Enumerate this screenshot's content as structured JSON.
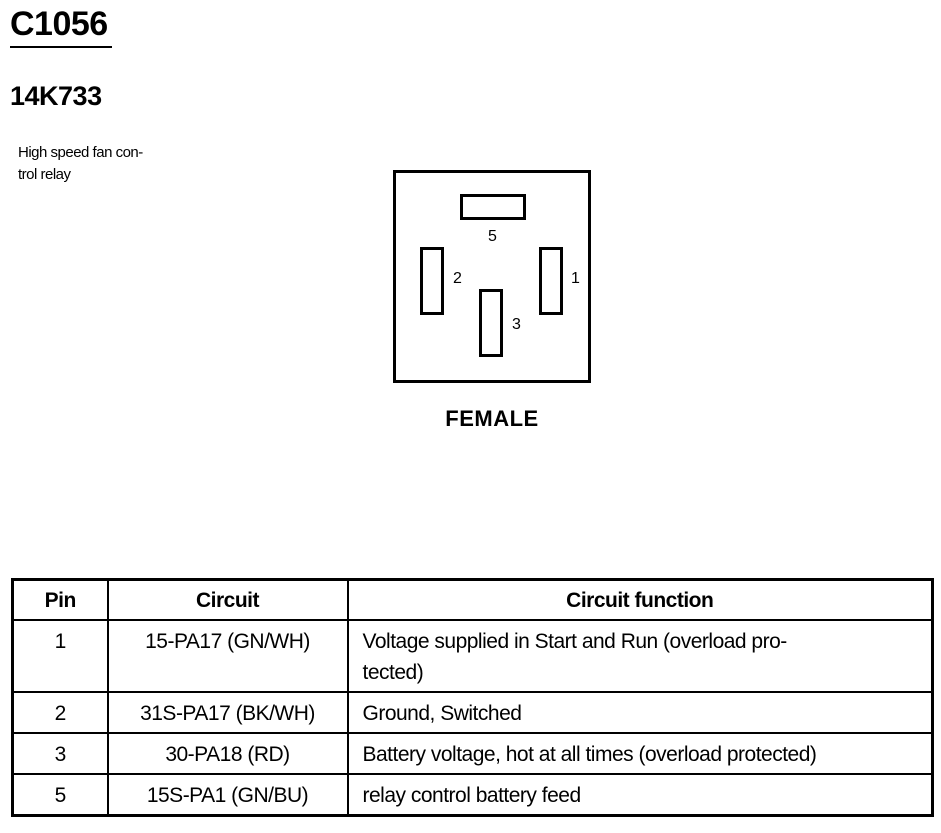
{
  "connector": {
    "id": "C1056",
    "part_number": "14K733",
    "description": "High speed fan con-trol relay",
    "gender": "FEMALE",
    "pins_shown": [
      {
        "label": "5",
        "orientation": "horizontal"
      },
      {
        "label": "2",
        "orientation": "vertical"
      },
      {
        "label": "1",
        "orientation": "vertical"
      },
      {
        "label": "3",
        "orientation": "vertical"
      }
    ]
  },
  "table": {
    "headers": {
      "pin": "Pin",
      "circuit": "Circuit",
      "function": "Circuit function"
    },
    "rows": [
      {
        "pin": "1",
        "circuit": "15-PA17 (GN/WH)",
        "function": "Voltage supplied in Start and Run (overload pro-tected)"
      },
      {
        "pin": "2",
        "circuit": "31S-PA17 (BK/WH)",
        "function": "Ground, Switched"
      },
      {
        "pin": "3",
        "circuit": "30-PA18 (RD)",
        "function": "Battery voltage, hot at all times (overload protected)"
      },
      {
        "pin": "5",
        "circuit": "15S-PA1 (GN/BU)",
        "function": "relay control battery feed"
      }
    ]
  }
}
